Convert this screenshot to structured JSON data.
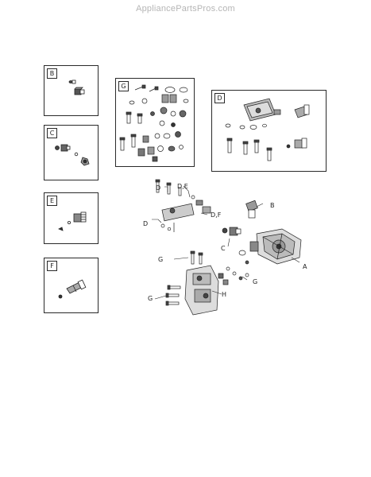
{
  "watermark": "AppliancePartsPros.com",
  "kits": {
    "b": "B",
    "c": "C",
    "e": "E",
    "f": "F",
    "g": "G",
    "d": "D"
  },
  "assembly_callouts": {
    "d_top": "D",
    "de": "D,E",
    "d_left": "D",
    "df": "D,F",
    "b": "B",
    "c": "C",
    "a": "A",
    "g_mid": "G",
    "g_right": "G",
    "g_low": "G",
    "h": "H"
  }
}
